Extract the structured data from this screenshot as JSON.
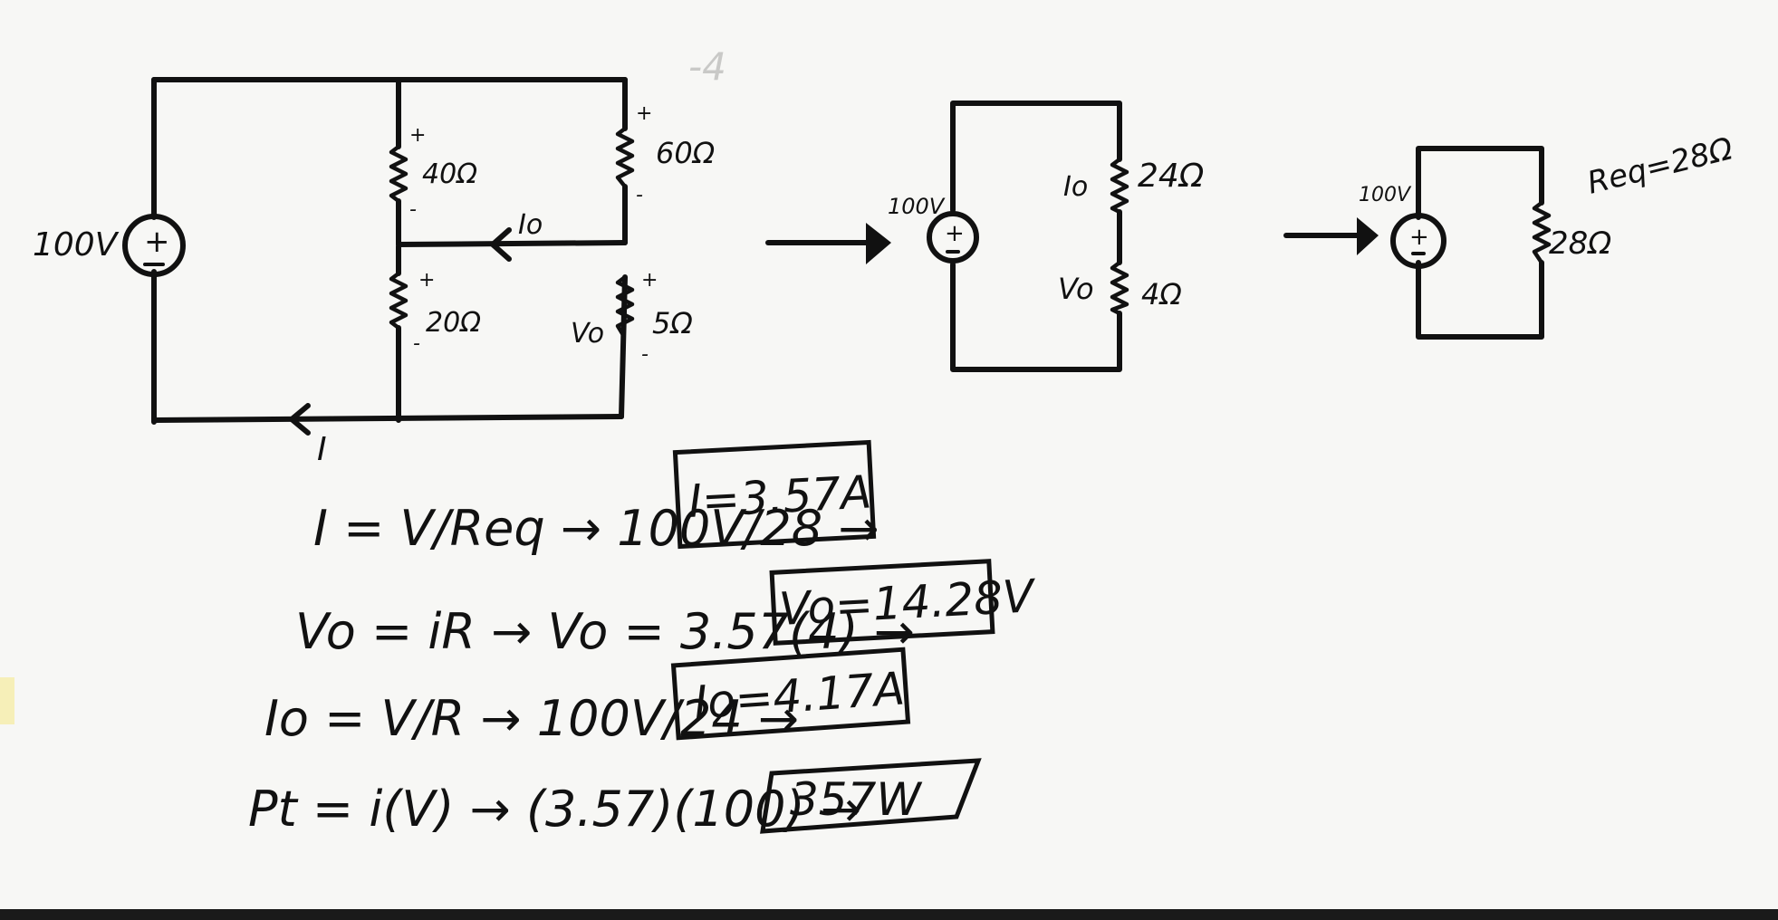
{
  "circuit1": {
    "source": "100V",
    "source_sign": "+",
    "r1": "40Ω",
    "r2": "60Ω",
    "r3": "20Ω",
    "r4": "5Ω",
    "current_io": "Io",
    "current_i": "I",
    "voltage_vo": "Vo"
  },
  "circuit2": {
    "source": "100V",
    "r_top": "24Ω",
    "r_bottom": "4Ω",
    "current_io": "Io",
    "voltage_vo": "Vo"
  },
  "circuit3": {
    "source": "100V",
    "resistor": "28Ω",
    "req_note": "Req=28Ω"
  },
  "faint_text": "-4",
  "equations": {
    "eq1": {
      "lhs": "I = V/Req → 100V/28 →",
      "answer": "I=3.57A"
    },
    "eq2": {
      "lhs": "Vo = iR → Vo = 3.57(4) →",
      "answer": "Vo=14.28V"
    },
    "eq3": {
      "lhs": "Io = V/R → 100V/24 →",
      "answer": "Io=4.17A"
    },
    "eq4": {
      "lhs": "Pt = i(V) → (3.57)(100) →",
      "answer": "357W"
    }
  },
  "colors": {
    "ink": "#111111",
    "paper": "#f3f3f1"
  }
}
